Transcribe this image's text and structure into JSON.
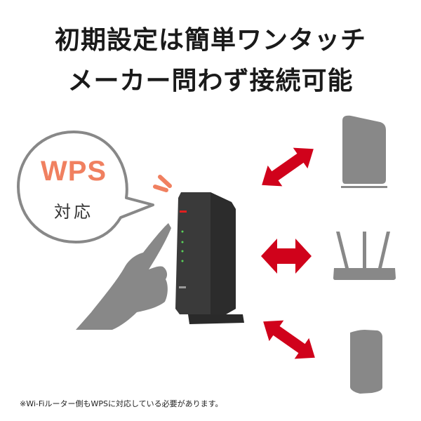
{
  "headline": {
    "line1": "初期設定は簡単ワンタッチ",
    "line2": "メーカー問わず接続可能"
  },
  "bubble": {
    "title": "WPS",
    "subtitle": "対応",
    "title_color": "#f08060",
    "border_color": "#888888"
  },
  "devices": [
    {
      "name": "tower-router",
      "icon": "tower-device-icon"
    },
    {
      "name": "antenna-router",
      "icon": "antenna-router-icon"
    },
    {
      "name": "cylinder-device",
      "icon": "cylinder-device-icon"
    }
  ],
  "colors": {
    "arrow": "#d0021b",
    "device_gray": "#888888",
    "router_body": "#3a3a3a",
    "accent_orange": "#f08060"
  },
  "footnote": "※Wi-Fiルーター側もWPSに対応している必要があります。"
}
